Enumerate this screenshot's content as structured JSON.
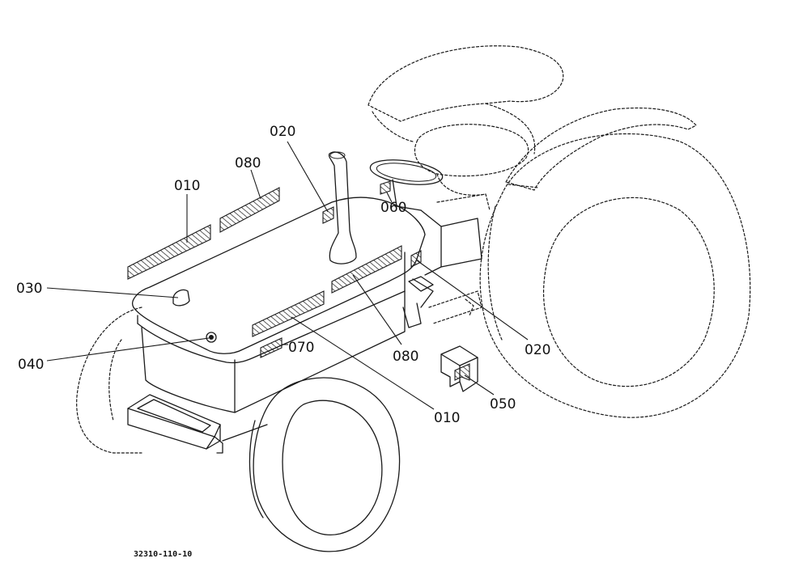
{
  "callouts": {
    "c010_left": "010",
    "c080_left": "080",
    "c020_top": "020",
    "c060": "060",
    "c030": "030",
    "c040": "040",
    "c070": "070",
    "c080_right": "080",
    "c010_bottom": "010",
    "c050": "050",
    "c020_right": "020"
  },
  "figure_code": "32310-110-10",
  "colors": {
    "ink": "#1a1a1a",
    "paper": "#ffffff"
  }
}
